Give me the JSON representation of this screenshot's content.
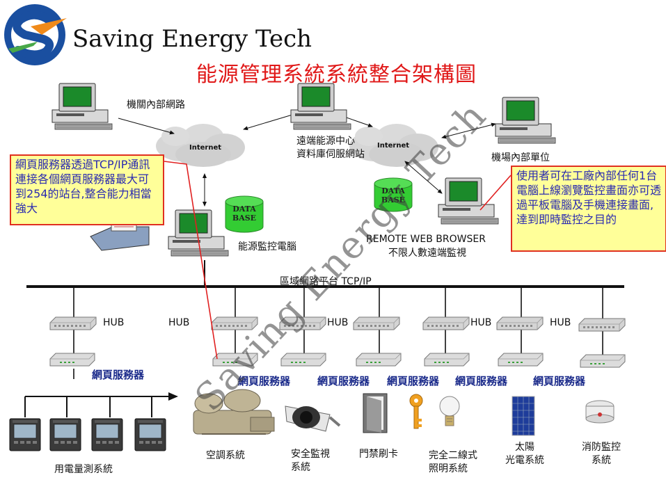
{
  "header": {
    "brand": "Saving Energy Tech",
    "title": "能源管理系統系統整合架構圖"
  },
  "network": {
    "internet_label": "Internet",
    "database_label_1": "DATA",
    "database_label_2": "BASE",
    "internal_network": "機關內部網路",
    "remote_center_1": "遠端能源中心",
    "remote_center_2": "資料庫伺服網站",
    "airport_unit": "機場內部單位",
    "monitor_pc": "能源監控電腦",
    "remote_browser_1": "REMOTE WEB BROWSER",
    "remote_browser_2": "不限人數遠端監視",
    "lan": "區域網路平台 TCP/IP",
    "hub": "HUB",
    "web_server": "網頁服務器"
  },
  "notes": {
    "left": "網頁服務器透過TCP/IP通訊連接各個網頁服務器最大可到254的站台,整合能力相當強大",
    "right": "使用者可在工廠內部任何1台電腦上線瀏覽監控畫面亦可透過平板電腦及手機連接畫面,達到即時監控之目的"
  },
  "systems": {
    "meter": "用電量測系統",
    "hvac": "空調系統",
    "cctv_1": "安全監視",
    "cctv_2": "系統",
    "access": "門禁刷卡",
    "lighting_1": "完全二線式",
    "lighting_2": "照明系統",
    "solar_1": "太陽",
    "solar_2": "光電系統",
    "fire_1": "消防監控",
    "fire_2": "系統"
  },
  "watermark": "Saving Energy Tech",
  "colors": {
    "title_red": "#e01818",
    "note_fill": "#ffff99",
    "note_border": "#e03020",
    "note_text": "#2a2ab0",
    "web_text": "#1a2a8a",
    "logo_blue": "#1a4fa0",
    "logo_orange": "#f08a1a"
  }
}
